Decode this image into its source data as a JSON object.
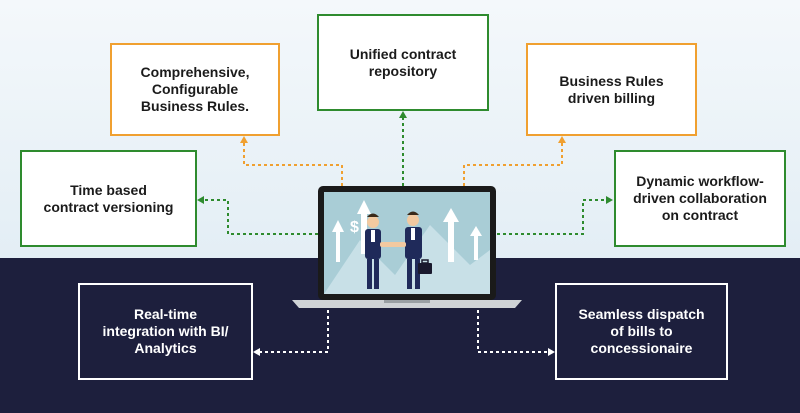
{
  "colors": {
    "green": "#2e8b2e",
    "orange": "#f0a030",
    "navy": "#1d1f3d",
    "laptop_screen": "#a9cdd6"
  },
  "boxes": {
    "repository": "Unified contract\nrepository",
    "business_rules": "Comprehensive,\nConfigurable\nBusiness Rules.",
    "rules_billing": "Business Rules\ndriven billing",
    "versioning": "Time based\ncontract versioning",
    "workflow": "Dynamic workflow-\ndriven collaboration\non contract",
    "bi_analytics": "Real-time\nintegration with BI/\nAnalytics",
    "dispatch": "Seamless dispatch\nof bills to\nconcessionaire"
  },
  "illustration": {
    "icons": [
      "laptop-icon",
      "handshake-icon",
      "briefcase-icon",
      "dollar-icon",
      "arrow-up-icon"
    ],
    "dollar_sign": "$"
  }
}
